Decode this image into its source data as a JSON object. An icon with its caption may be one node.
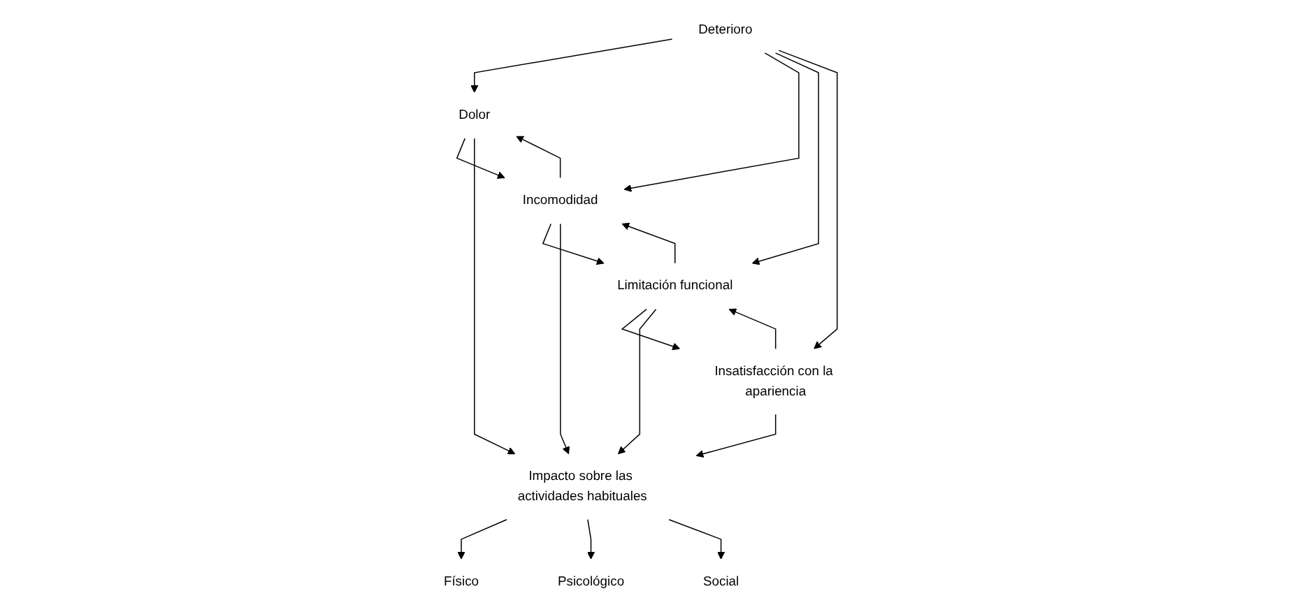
{
  "diagram": {
    "nodes": [
      {
        "text": [
          "Deterioro"
        ]
      },
      {
        "text": [
          "Dolor"
        ]
      },
      {
        "text": [
          "Incomodidad"
        ]
      },
      {
        "text": [
          "Limitación funcional"
        ]
      },
      {
        "text": [
          "Insatisfacción con la apariencia"
        ]
      },
      {
        "text": [
          "Impacto sobre las actividades habituales"
        ]
      },
      {
        "text": [
          "Físico"
        ]
      },
      {
        "text": [
          "Psicológico"
        ]
      },
      {
        "text": [
          "Social"
        ]
      }
    ],
    "edges": [
      {
        "from": 0,
        "to": 1,
        "arrow": "to"
      },
      {
        "from": 0,
        "to": 2,
        "arrow": "to"
      },
      {
        "from": 0,
        "to": 3,
        "arrow": "to"
      },
      {
        "from": 0,
        "to": 4,
        "arrow": "to"
      },
      {
        "from": 2,
        "to": 1,
        "arrow": "to"
      },
      {
        "from": 1,
        "to": 2,
        "arrow": "to"
      },
      {
        "from": 3,
        "to": 2,
        "arrow": "to"
      },
      {
        "from": 2,
        "to": 3,
        "arrow": "to"
      },
      {
        "from": 4,
        "to": 3,
        "arrow": "to"
      },
      {
        "from": 3,
        "to": 4,
        "arrow": "to"
      },
      {
        "from": 1,
        "to": 5,
        "arrow": "to"
      },
      {
        "from": 2,
        "to": 5,
        "arrow": "to"
      },
      {
        "from": 3,
        "to": 5,
        "arrow": "to"
      },
      {
        "from": 4,
        "to": 5,
        "arrow": "to"
      },
      {
        "from": 5,
        "to": 6,
        "arrow": "to"
      },
      {
        "from": 5,
        "to": 7,
        "arrow": "to"
      },
      {
        "from": 5,
        "to": 8,
        "arrow": "to"
      }
    ]
  }
}
